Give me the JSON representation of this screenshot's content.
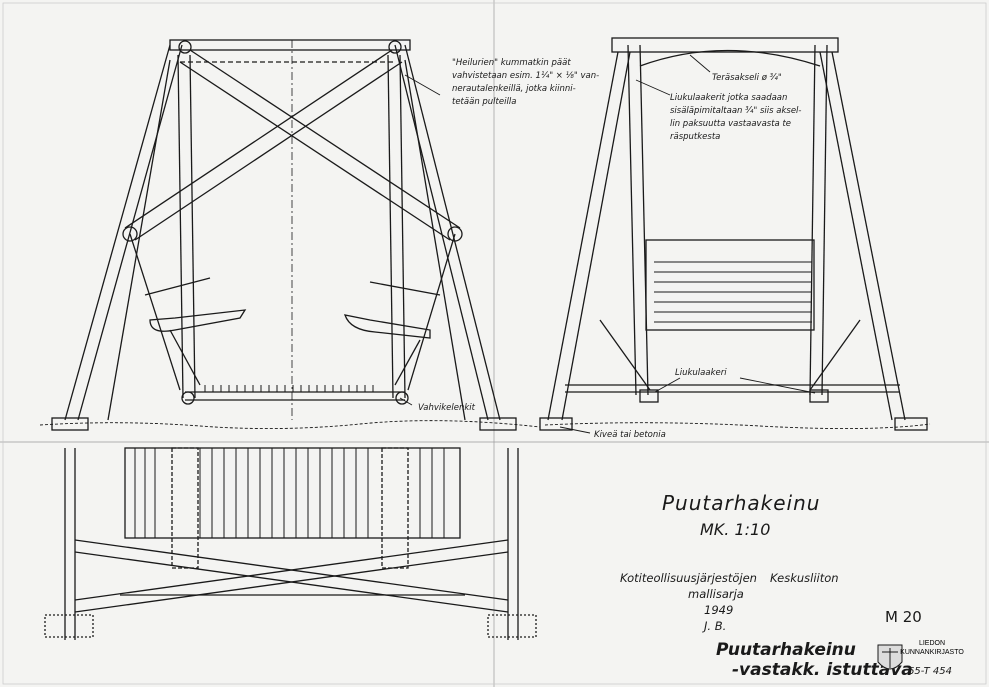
{
  "drawing": {
    "title": "Puutarhakeinu",
    "scale": "MK. 1:10",
    "publisher_line1_a": "Kotiteollisuusjärjestöjen",
    "publisher_line1_b": "Keskusliiton",
    "publisher_line2": "mallisarja",
    "year": "1949",
    "initials": "J. B.",
    "signature_line1": "Puutarhakeinu",
    "signature_line2": "-vastakk. istuttava",
    "sheet_code": "M 20",
    "stamp_line1": "LIEDON",
    "stamp_line2": "KUNNANKIRJASTO",
    "archive_number": "65-T 454"
  },
  "annotations": {
    "swing_note": [
      "\"Heilurien\" kummatkin päät",
      "vahvistetaan esim. 1¼\" × ⅛\" van-",
      "nerautalenkeillä, jotka kiinni-",
      "tetään pulteilla"
    ],
    "steel_axle": "Teräsakseli ø ¾\"",
    "bearing_note": [
      "Liukulaakerit jotka saadaan",
      "sisäläpimitaltaan ¾\" siis aksel-",
      "lin paksuutta vastaavasta te",
      "räsputkesta"
    ],
    "bearings": "Liukulaakeri",
    "reinforcement_links": "Vahvikelenkit",
    "ground": "Kiveä tai betonia"
  }
}
